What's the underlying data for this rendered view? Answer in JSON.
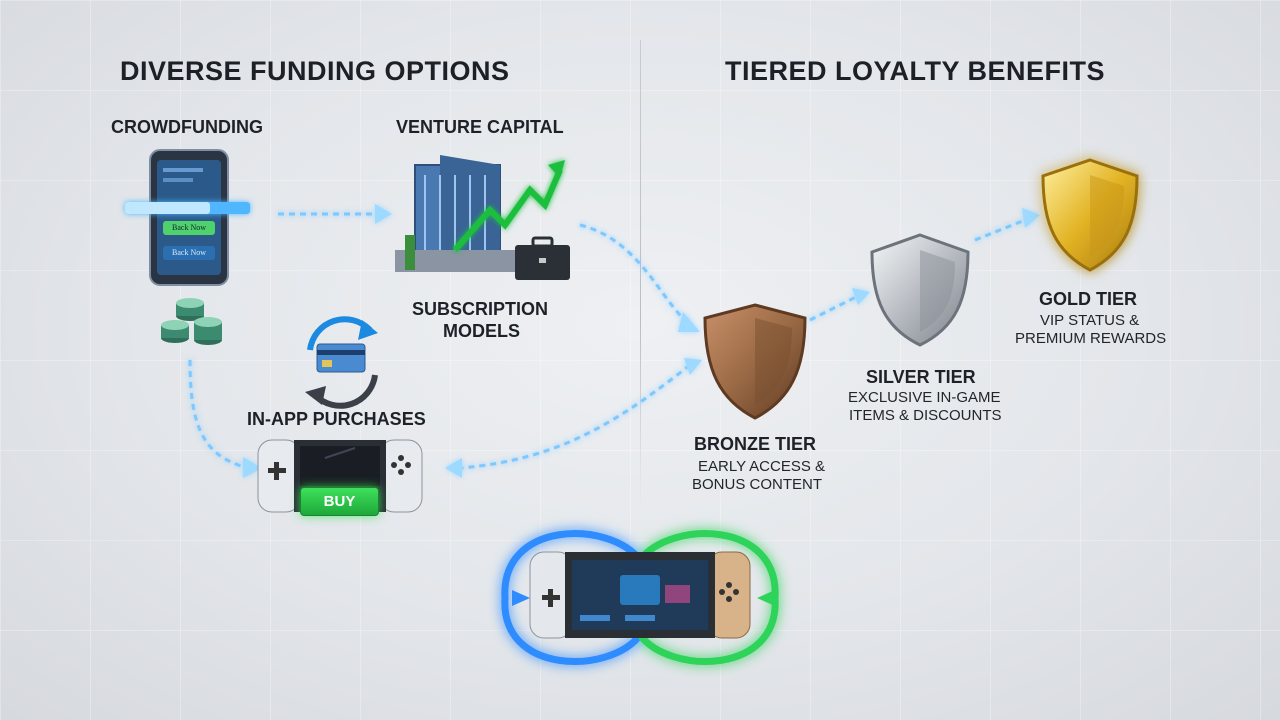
{
  "left_section": {
    "title": "DIVERSE FUNDING OPTIONS",
    "crowdfunding": {
      "label": "CROWDFUNDING",
      "button_1": "Back Now",
      "button_2": "Back Now"
    },
    "venture_capital": {
      "label": "VENTURE CAPITAL"
    },
    "subscription": {
      "line1": "SUBSCRIPTION",
      "line2": "MODELS"
    },
    "in_app": {
      "label": "IN-APP PURCHASES",
      "buy_label": "BUY"
    }
  },
  "right_section": {
    "title": "TIERED LOYALTY BENEFITS",
    "tiers": [
      {
        "name": "BRONZE TIER",
        "line1": "EARLY ACCESS &",
        "line2": "BONUS CONTENT",
        "color": "#9a6a45"
      },
      {
        "name": "SILVER TIER",
        "line1": "EXCLUSIVE IN-GAME",
        "line2": "ITEMS & DISCOUNTS",
        "color": "#b8bcc2"
      },
      {
        "name": "GOLD TIER",
        "line1": "VIP STATUS &",
        "line2": "PREMIUM REWARDS",
        "color": "#e2b325"
      }
    ]
  },
  "colors": {
    "blue_glow": "#2f8cff",
    "green_glow": "#2fd35a",
    "arrow_light": "#8fd4ff"
  },
  "icons": [
    "smartphone-icon",
    "coin-stack-icon",
    "office-building-icon",
    "growth-arrow-icon",
    "briefcase-icon",
    "recurring-payment-icon",
    "handheld-console-icon",
    "bronze-shield-icon",
    "silver-shield-icon",
    "gold-shield-icon",
    "infinity-loop-icon"
  ]
}
